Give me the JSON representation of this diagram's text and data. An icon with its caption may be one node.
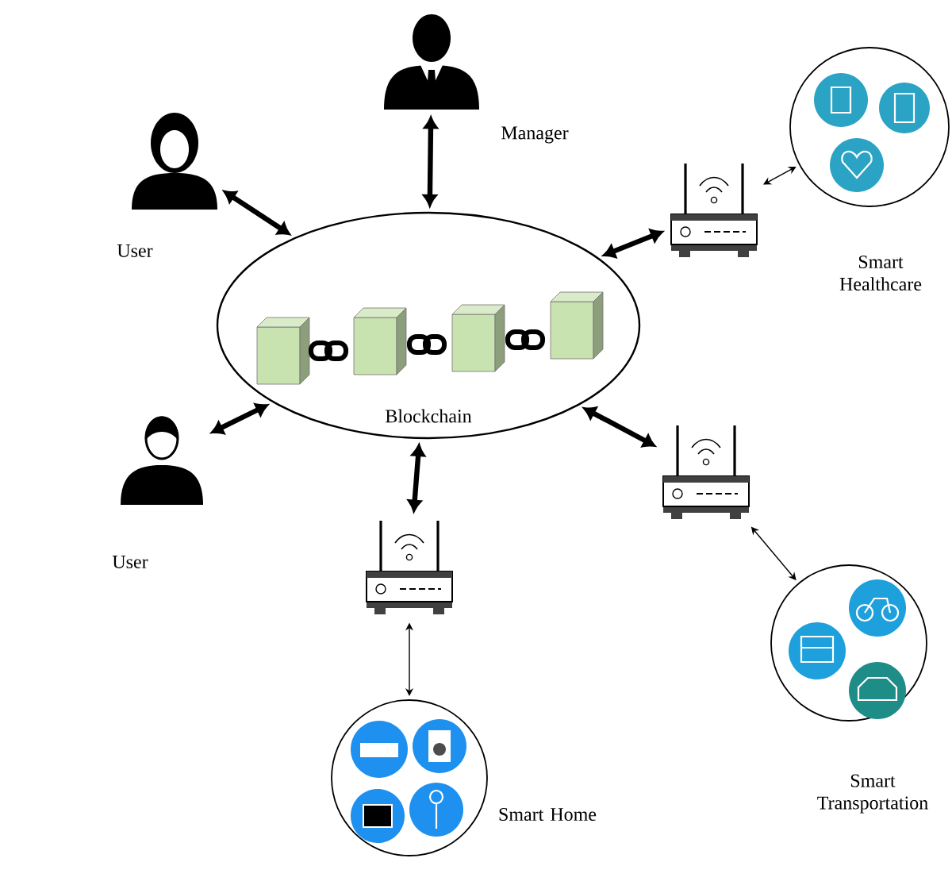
{
  "diagram": {
    "nodes": [
      {
        "text": [
          "Blockchain"
        ]
      },
      {
        "text": [],
        "shape": "person",
        "beside": [
          "Manager"
        ]
      },
      {
        "text": [],
        "shape": "person",
        "beside": [
          "User"
        ]
      },
      {
        "text": [],
        "shape": "person",
        "beside": [
          "User"
        ]
      },
      {
        "text": [],
        "shape": "picture"
      },
      {
        "text": [],
        "shape": "circle",
        "beside": [
          "Smart Healthcare"
        ]
      },
      {
        "text": [],
        "shape": "picture"
      },
      {
        "text": [],
        "shape": "circle",
        "beside": [
          "Smart Transportation"
        ]
      },
      {
        "text": [],
        "shape": "picture"
      },
      {
        "text": [],
        "shape": "circle",
        "beside": [
          "Smart Home"
        ]
      }
    ],
    "edges": [
      {
        "from": 1,
        "to": 0,
        "arrow": "both"
      },
      {
        "from": 2,
        "to": 0,
        "arrow": "both"
      },
      {
        "from": 3,
        "to": 0,
        "arrow": "both"
      },
      {
        "from": 4,
        "to": 0,
        "arrow": "both"
      },
      {
        "from": 6,
        "to": 0,
        "arrow": "both"
      },
      {
        "from": 8,
        "to": 0,
        "arrow": "both"
      },
      {
        "from": 4,
        "to": 5,
        "arrow": "both"
      },
      {
        "from": 6,
        "to": 7,
        "arrow": "both"
      },
      {
        "from": 8,
        "to": 9,
        "arrow": "both"
      }
    ]
  }
}
